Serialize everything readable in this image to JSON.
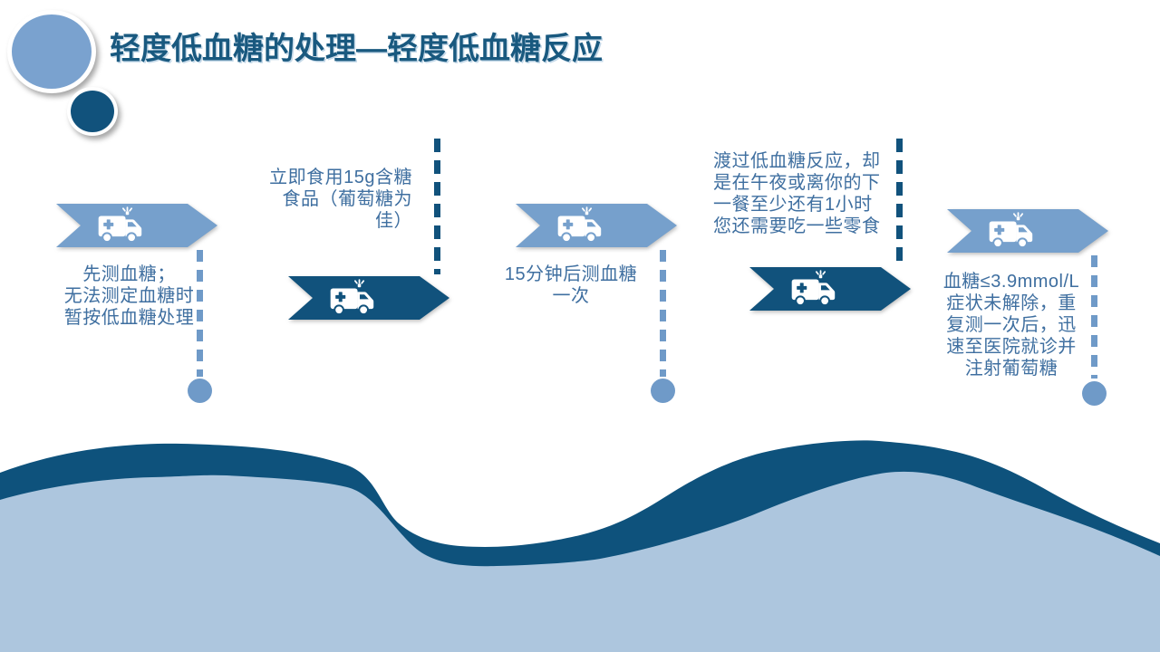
{
  "title": "轻度低血糖的处理—轻度低血糖反应",
  "colors": {
    "arrow_light_blue": "#76a0cc",
    "arrow_dark_blue": "#11527c",
    "connector_dot_blue": "#6f9ac8",
    "title_blue": "#19597f",
    "step_text_blue": "#3f6fa0",
    "wave_band_dark": "#0e527c",
    "wave_fill_light": "#adc6de"
  },
  "steps": [
    {
      "order": 1,
      "variant": "light",
      "icon": "ambulance-icon",
      "label": "先测血糖；\n无法测定血糖时\n暂按低血糖处理"
    },
    {
      "order": 2,
      "variant": "dark",
      "icon": "ambulance-icon",
      "label": "立即食用15g含糖\n食品（葡萄糖为\n佳）"
    },
    {
      "order": 3,
      "variant": "light",
      "icon": "ambulance-icon",
      "label": "15分钟后测血糖\n一次"
    },
    {
      "order": 4,
      "variant": "dark",
      "icon": "ambulance-icon",
      "label": "渡过低血糖反应，却\n是在午夜或离你的下\n一餐至少还有1小时\n您还需要吃一些零食"
    },
    {
      "order": 5,
      "variant": "light",
      "icon": "ambulance-icon",
      "label": "血糖≤3.9mmol/L\n症状未解除，重\n复测一次后，迅\n速至医院就诊并\n注射葡萄糖"
    }
  ]
}
